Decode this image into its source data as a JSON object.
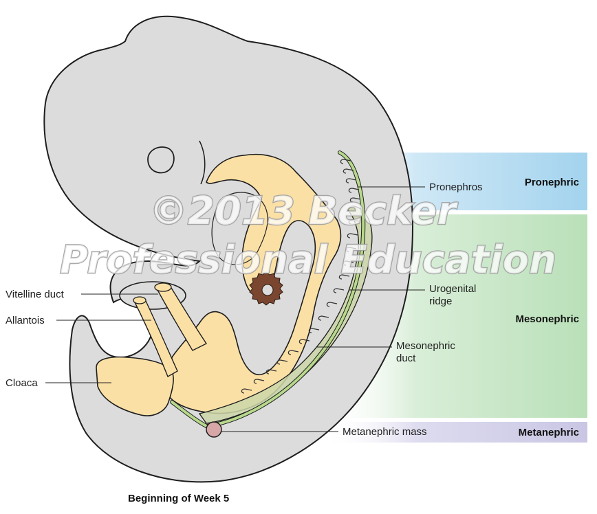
{
  "colors": {
    "embryo": "#dcdcdc",
    "gut": "#fbe0a6",
    "ridge": "#cbd6a8",
    "duct": "#b8d98c",
    "heart": "#7a4630",
    "metanephric_mass": "#d7a6a6",
    "band_pronephric": "#a9d6ef",
    "band_mesonephric": "#bfe3bf",
    "band_metanephric": "#cfcce6"
  },
  "labels": {
    "pronephros": "Pronephros",
    "urogenital_ridge_line1": "Urogenital",
    "urogenital_ridge_line2": "ridge",
    "mesonephric_duct_line1": "Mesonephric",
    "mesonephric_duct_line2": "duct",
    "metanephric_mass": "Metanephric mass",
    "vitelline_duct": "Vitelline duct",
    "allantois": "Allantois",
    "cloaca": "Cloaca"
  },
  "zones": {
    "pronephric": "Pronephric",
    "mesonephric": "Mesonephric",
    "metanephric": "Metanephric"
  },
  "caption": "Beginning of Week 5",
  "watermark": {
    "line1": "©2013 Becker",
    "line2": "Professional Education"
  }
}
